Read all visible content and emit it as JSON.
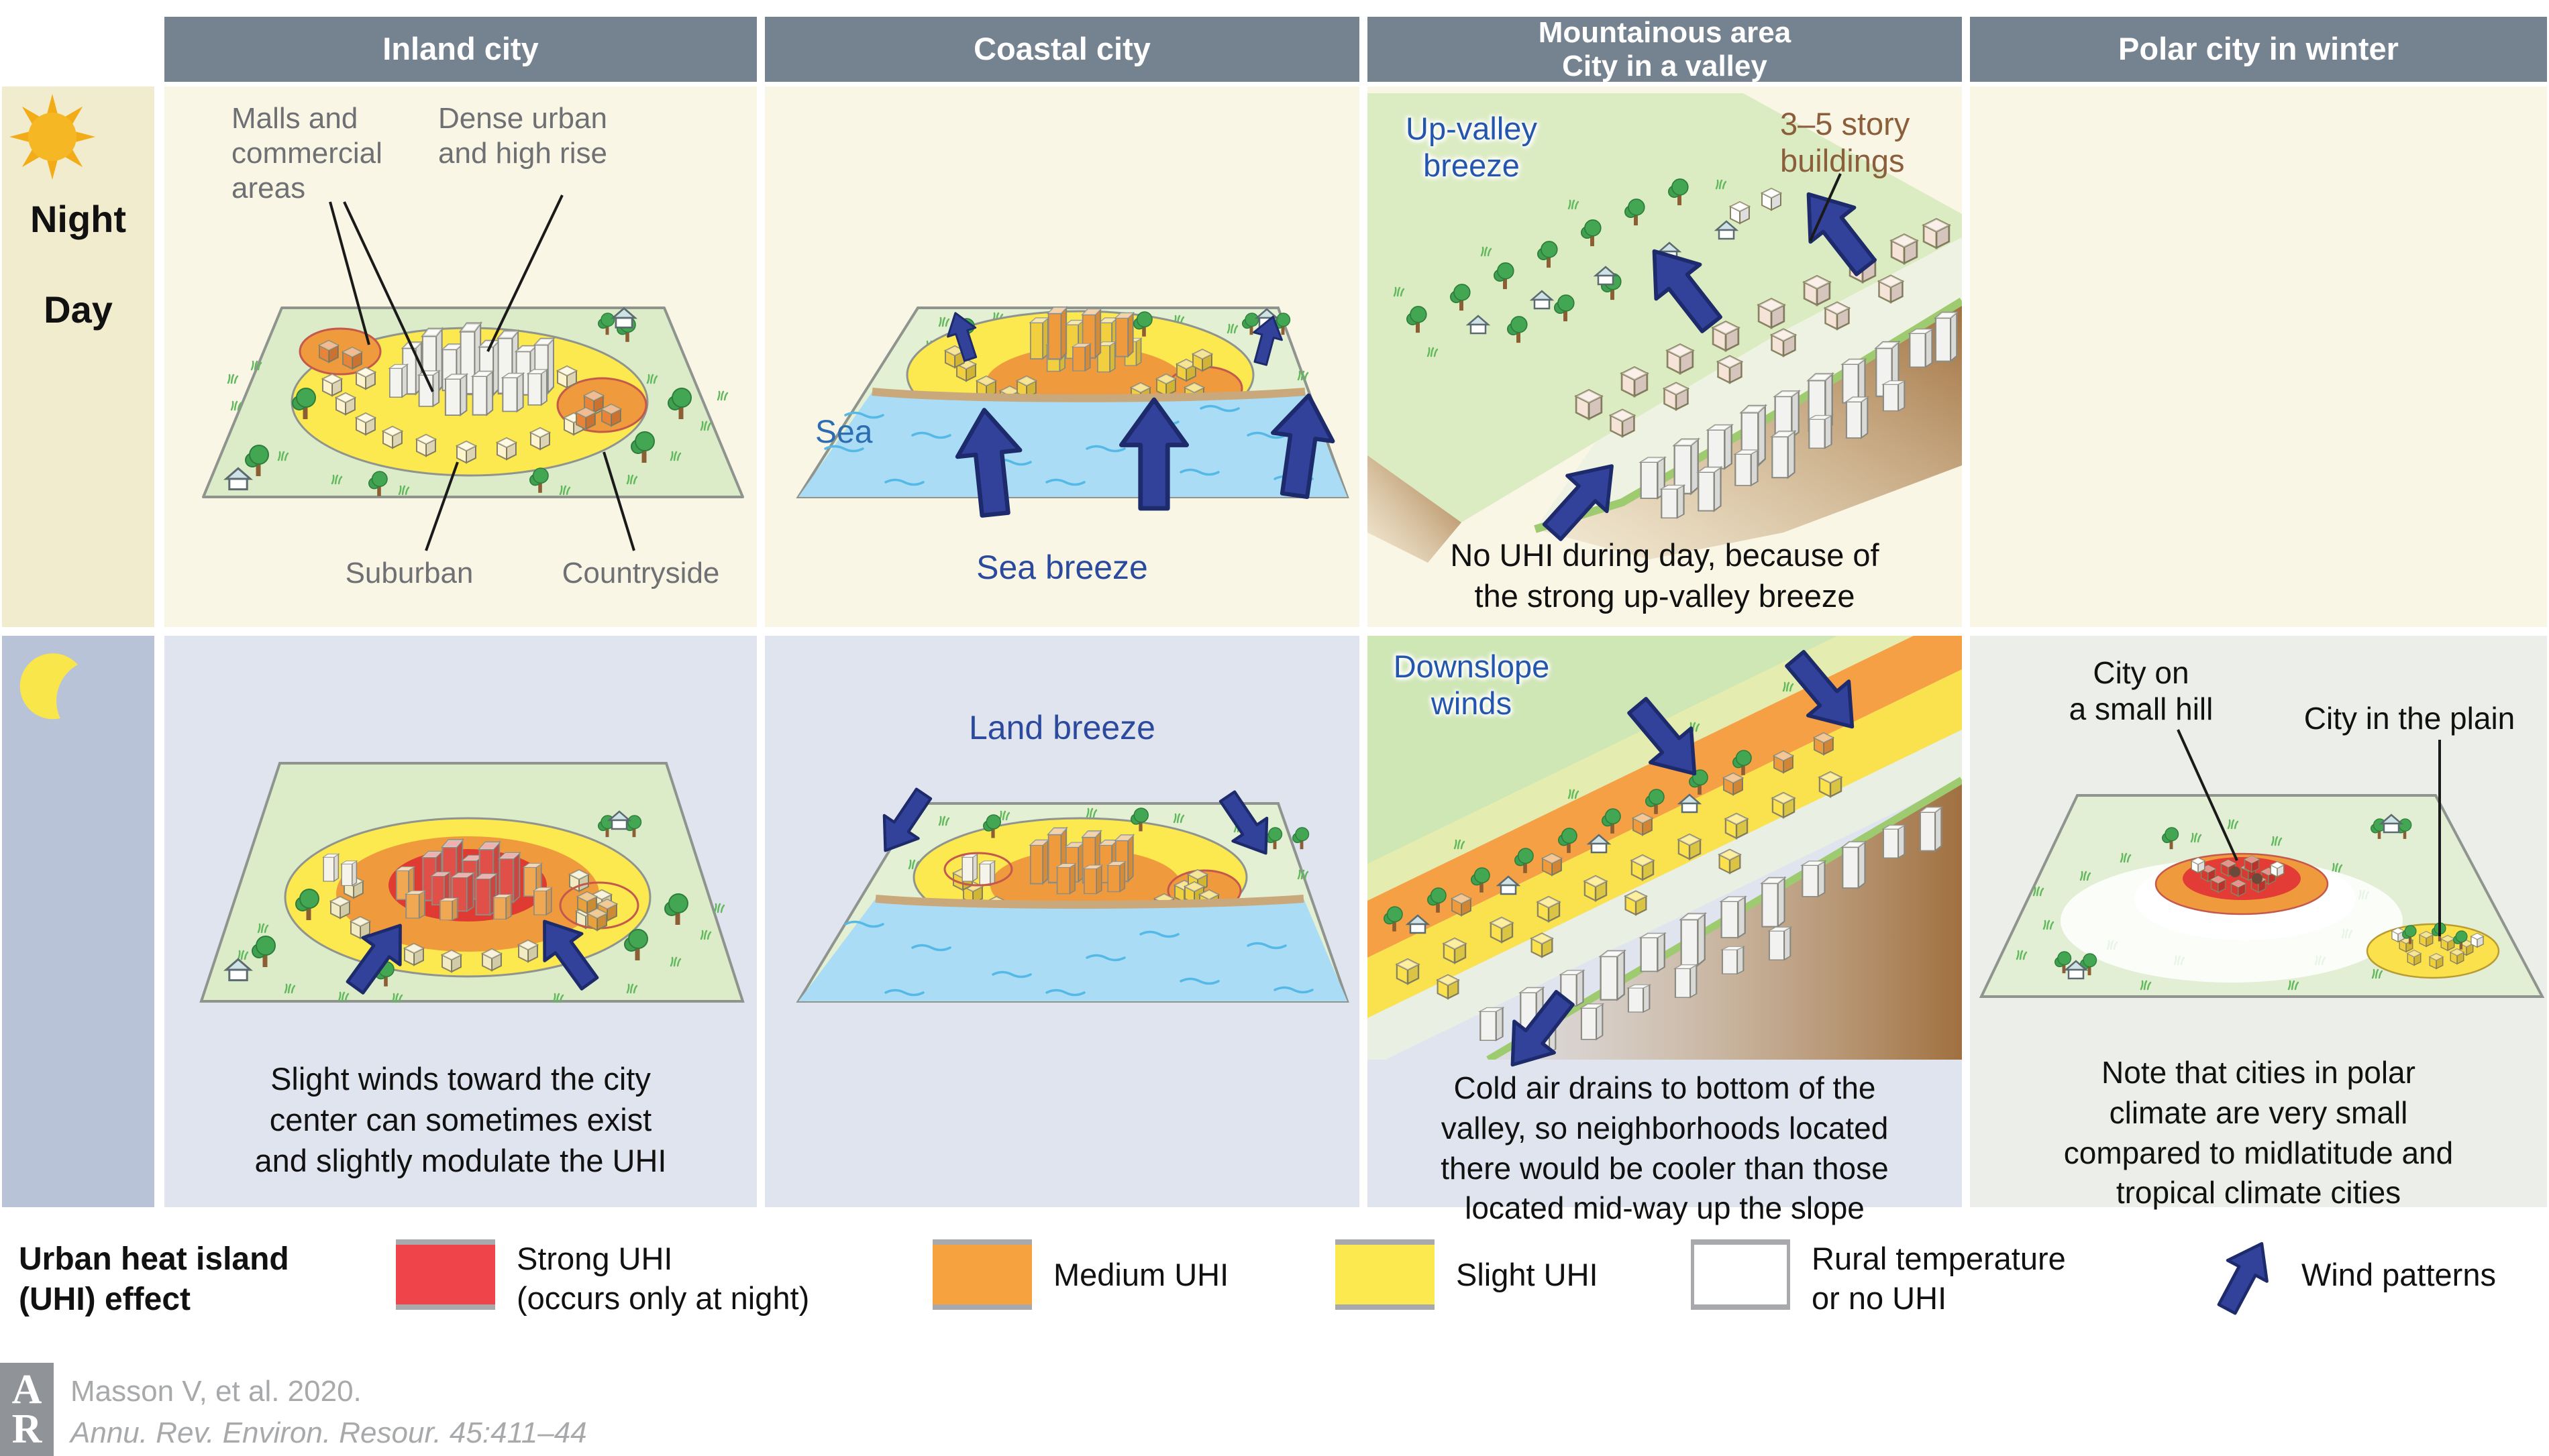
{
  "header": {
    "columns": [
      {
        "label": "Inland city"
      },
      {
        "label": "Coastal city"
      },
      {
        "label": "Mountainous area\nCity in a valley"
      },
      {
        "label": "Polar city in winter"
      }
    ]
  },
  "rows": {
    "day": {
      "label": "Day"
    },
    "night": {
      "label": "Night"
    }
  },
  "cells": {
    "inland_day": {
      "labels": {
        "malls": "Malls and\ncommercial\nareas",
        "dense": "Dense urban\nand high rise",
        "suburban": "Suburban",
        "countryside": "Countryside"
      }
    },
    "coastal_day": {
      "labels": {
        "sea": "Sea",
        "sea_breeze": "Sea breeze"
      }
    },
    "mountain_day": {
      "labels": {
        "up_valley": "Up-valley\nbreeze",
        "buildings": "3–5 story\nbuildings"
      },
      "caption": "No UHI during day, because of\nthe strong up-valley breeze"
    },
    "polar_day": {},
    "inland_night": {
      "caption": "Slight winds toward the city\ncenter can sometimes exist\nand slightly modulate the UHI"
    },
    "coastal_night": {
      "labels": {
        "land_breeze": "Land breeze"
      }
    },
    "mountain_night": {
      "labels": {
        "downslope": "Downslope\nwinds"
      },
      "caption": "Cold air drains to bottom of the\nvalley, so neighborhoods located\nthere would be cooler than those\nlocated mid-way up the slope"
    },
    "polar_night": {
      "labels": {
        "hill": "City on\na small hill",
        "plain": "City in the plain"
      },
      "caption": "Note that cities in polar\nclimate are very small\ncompared to midlatitude and\ntropical climate cities"
    }
  },
  "legend": {
    "title": "Urban heat island\n(UHI) effect",
    "items": [
      {
        "label": "Strong UHI\n(occurs only at night)",
        "color": "#ef4449"
      },
      {
        "label": "Medium UHI",
        "color": "#f5a23f"
      },
      {
        "label": "Slight UHI",
        "color": "#fce84f"
      },
      {
        "label": "Rural temperature\nor no UHI",
        "color": "#ffffff"
      },
      {
        "label": "Wind patterns",
        "icon": "wind-arrow"
      }
    ]
  },
  "attribution": {
    "logo": "AR",
    "logo_line1": "A",
    "logo_line2": "R",
    "line1": "Masson V, et al. 2020.",
    "line2": "Annu. Rev. Environ. Resour. 45:411–44"
  },
  "colors": {
    "header_bg": "#75828f",
    "day_label_bg": "#f2ecce",
    "day_cell_bg": "#faf6e5",
    "night_label_bg": "#b9c3d7",
    "night_cell_bg": "#e0e4ef",
    "polar_night_bg": "#ecefe9",
    "strong_uhi": "#ef4449",
    "medium_uhi": "#f5a23f",
    "slight_uhi": "#fce84f",
    "wind_arrow": "#32429b",
    "sea": "#aadcf5",
    "plate_green": "#dcecc9"
  }
}
